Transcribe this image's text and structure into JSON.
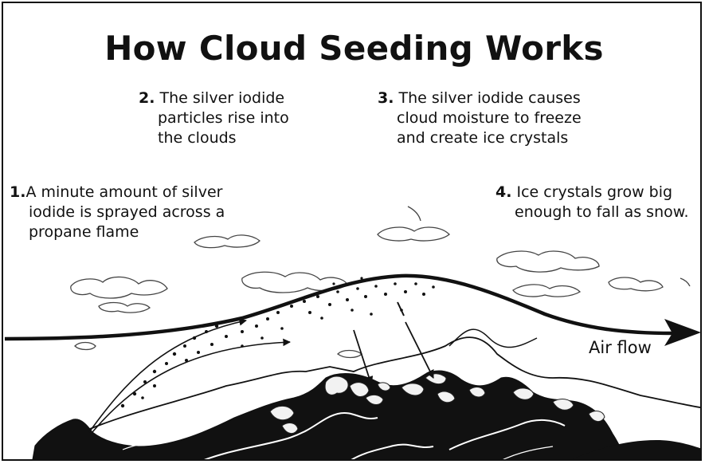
{
  "title": "How Cloud Seeding Works",
  "steps": [
    {
      "number": "1.",
      "lines": [
        "A minute amount of silver",
        "iodide  is  sprayed across a",
        "propane flame"
      ]
    },
    {
      "number": "2.",
      "lines": [
        "The silver iodide",
        "particles rise into",
        "the clouds"
      ]
    },
    {
      "number": "3.",
      "lines": [
        "The silver iodide causes",
        "cloud moisture to freeze",
        "and create ice crystals"
      ]
    },
    {
      "number": "4.",
      "lines": [
        "Ice crystals grow big",
        "enough to fall as snow."
      ]
    }
  ],
  "airflow_label": "Air flow",
  "colors": {
    "ink": "#111111",
    "background": "#ffffff",
    "snow": "#f2f2f2"
  }
}
